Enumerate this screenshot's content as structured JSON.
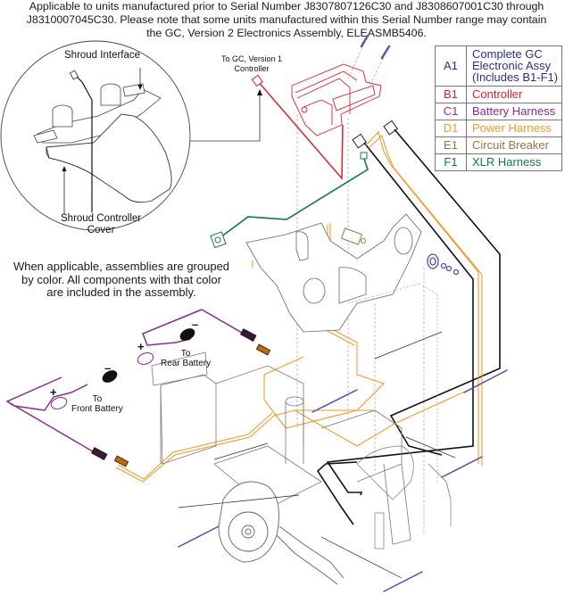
{
  "header": {
    "line1": "Applicable to units manufactured prior to Serial Number J8307807126C30 and J8308607001C30 through",
    "line2": "J8310007045C30. Please note that some units manufactured within this Serial Number range may contain",
    "line3": "the GC, Version 2 Electronics Assembly, ELEASMB5406."
  },
  "inset": {
    "shroud_interface": "Shroud Interface",
    "shroud_controller_cover_line1": "Shroud Controller",
    "shroud_controller_cover_line2": "Cover"
  },
  "callouts": {
    "to_gc_line1": "To GC, Version 1",
    "to_gc_line2": "Controller",
    "rear_battery_line1": "To",
    "rear_battery_line2": "Rear Battery",
    "front_battery_line1": "To",
    "front_battery_line2": "Front Battery",
    "plus": "+",
    "minus": "–"
  },
  "note": {
    "line1": "When applicable, assemblies are grouped",
    "line2": "by color. All components with that color",
    "line3": "are included in the assembly."
  },
  "legend": [
    {
      "code": "A1",
      "lines": [
        "Complete GC",
        "Electronic Assy",
        "(Includes B1-F1)"
      ],
      "color": "#2b2f8f"
    },
    {
      "code": "B1",
      "lines": [
        "Controller"
      ],
      "color": "#e0202a"
    },
    {
      "code": "C1",
      "lines": [
        "Battery Harness"
      ],
      "color": "#8a2a90"
    },
    {
      "code": "D1",
      "lines": [
        "Power Harness"
      ],
      "color": "#f29a2e"
    },
    {
      "code": "E1",
      "lines": [
        "Circuit Breaker"
      ],
      "color": "#9c7444"
    },
    {
      "code": "F1",
      "lines": [
        "XLR Harness"
      ],
      "color": "#137a3c"
    }
  ],
  "colors": {
    "controller": "#e0202a",
    "battery_harness": "#8a2a90",
    "power_harness": "#f29a2e",
    "circuit_breaker": "#9c7444",
    "xlr_harness": "#137a3c",
    "hardware": "#4a4fb0",
    "outline": "#555555"
  }
}
